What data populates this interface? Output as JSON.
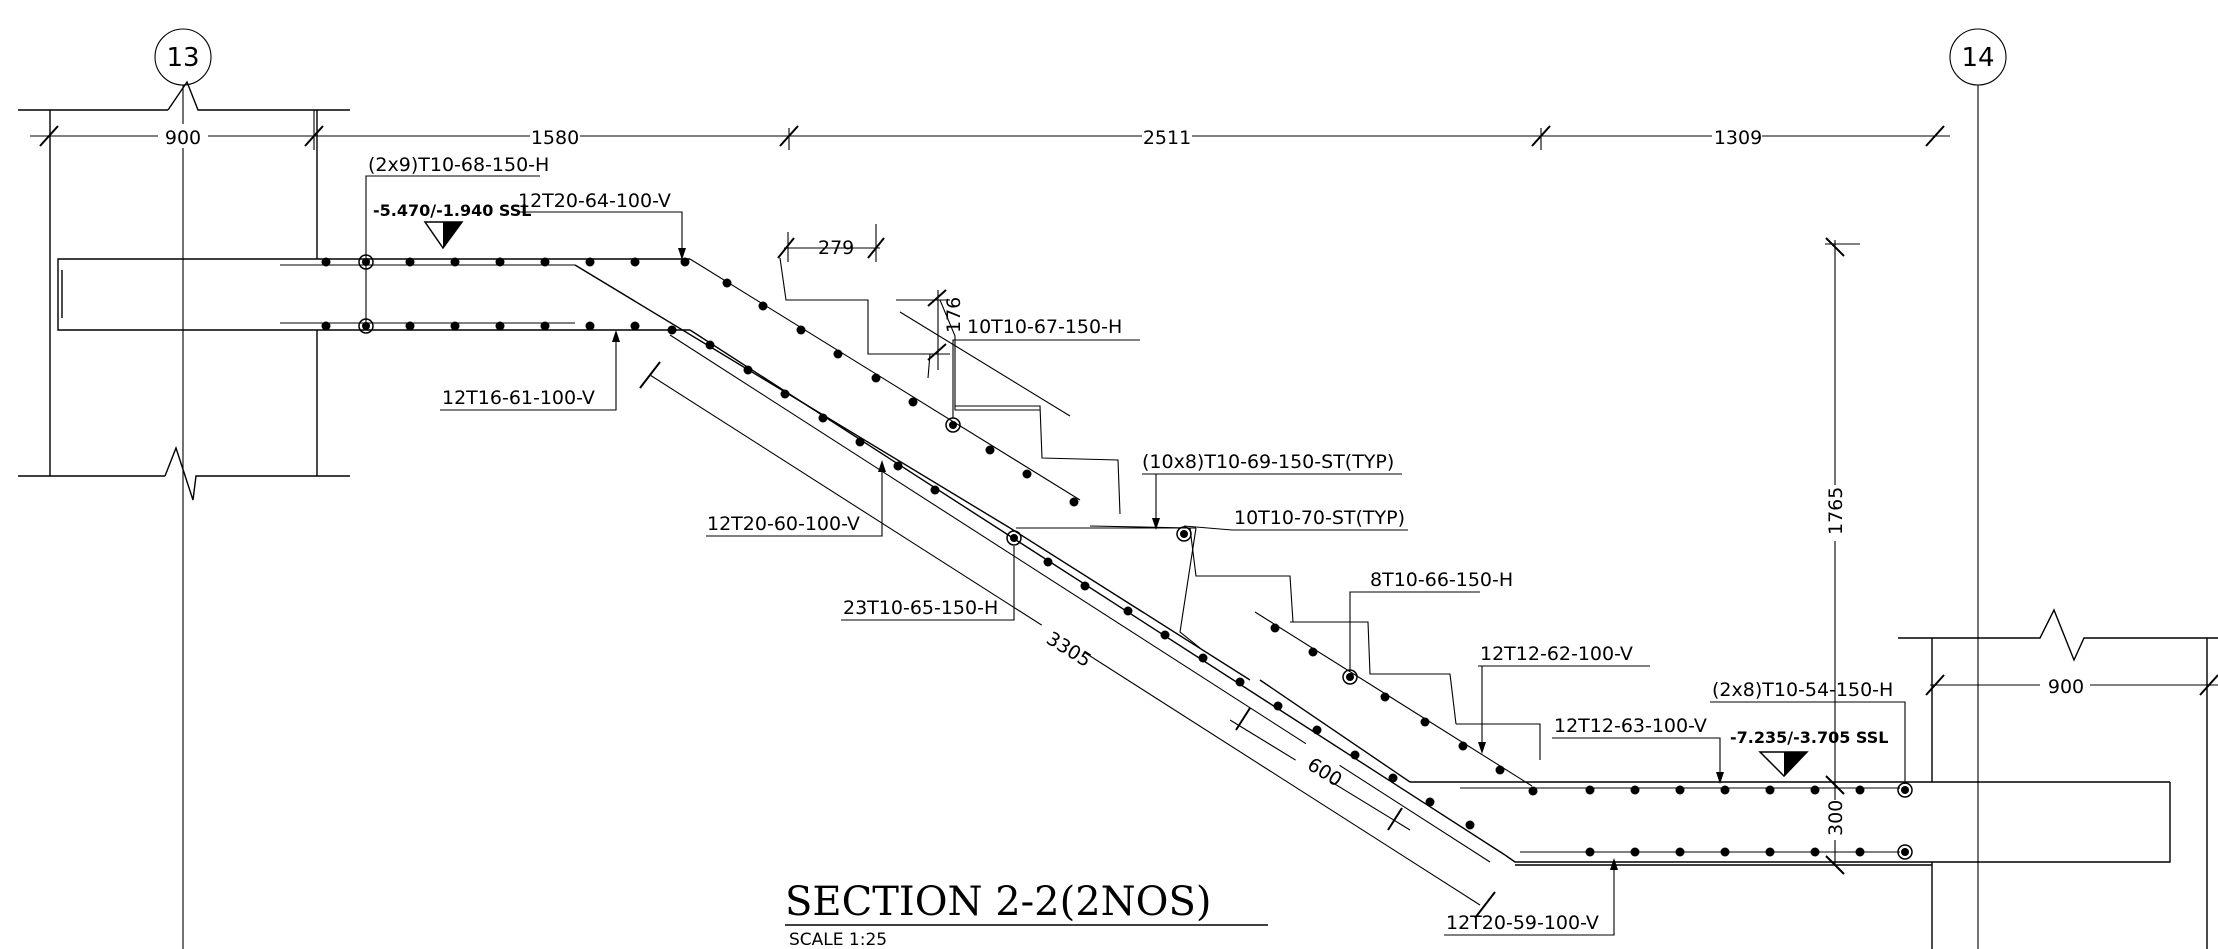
{
  "grid_bubbles": [
    {
      "label": "13"
    },
    {
      "label": "14"
    }
  ],
  "dimensions": {
    "top": [
      "900",
      "1580",
      "2511",
      "1309"
    ],
    "right_landing": "900",
    "step_going": "279",
    "step_rise": "176",
    "flight_height": "1765",
    "slab_thickness": "300",
    "flight_length": "3305",
    "waist": "600"
  },
  "levels": {
    "upper": "-5.470/-1.940 SSL",
    "lower": "-7.235/-3.705 SSL"
  },
  "rebar_labels": {
    "r68": "(2x9)T10-68-150-H",
    "r64": "12T20-64-100-V",
    "r67": "10T10-67-150-H",
    "r61": "12T16-61-100-V",
    "r69": "(10x8)T10-69-150-ST(TYP)",
    "r70": "10T10-70-ST(TYP)",
    "r60": "12T20-60-100-V",
    "r65": "23T10-65-150-H",
    "r66": "8T10-66-150-H",
    "r62": "12T12-62-100-V",
    "r54": "(2x8)T10-54-150-H",
    "r63": "12T12-63-100-V",
    "r59": "12T20-59-100-V"
  },
  "title": {
    "main": "SECTION 2-2(2NOS)",
    "scale": "SCALE 1:25"
  }
}
